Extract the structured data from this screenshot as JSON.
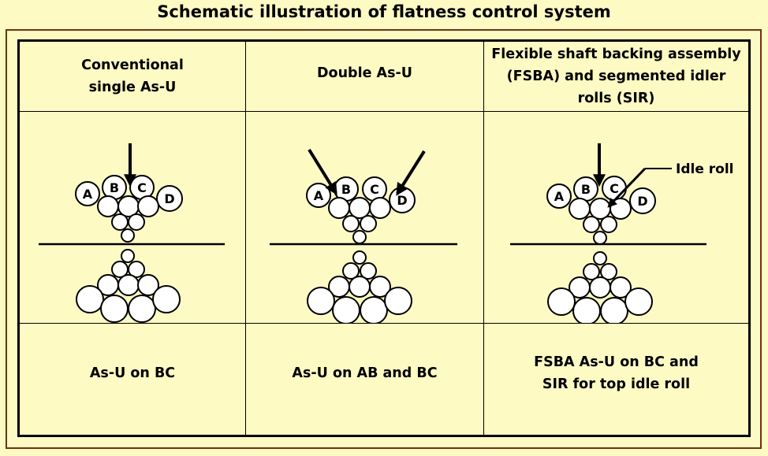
{
  "title": "Schematic illustration of flatness control system",
  "columns": [
    {
      "header_lines": [
        "Conventional",
        "single As-U"
      ],
      "footer_lines": [
        "As-U on BC"
      ],
      "roll_labels": [
        "A",
        "B",
        "C",
        "D"
      ]
    },
    {
      "header_lines": [
        "Double As-U"
      ],
      "footer_lines": [
        "As-U on AB and BC"
      ],
      "roll_labels": [
        "A",
        "B",
        "C",
        "D"
      ]
    },
    {
      "header_lines": [
        "Flexible shaft backing assembly",
        "(FSBA) and segmented idler",
        "rolls (SIR)"
      ],
      "footer_lines": [
        "FSBA As-U on BC and",
        "SIR for top idle roll"
      ],
      "roll_labels": [
        "A",
        "B",
        "C",
        "D"
      ],
      "annotation": "Idle roll"
    }
  ]
}
